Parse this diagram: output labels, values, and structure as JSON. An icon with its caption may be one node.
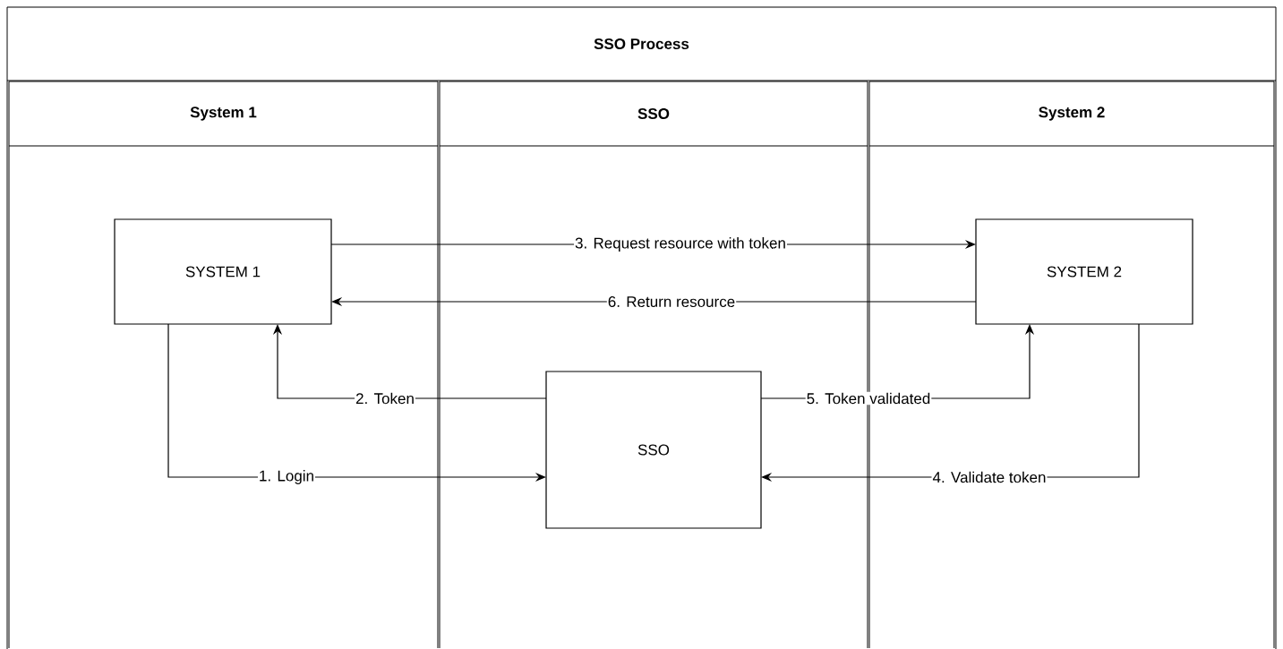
{
  "diagram": {
    "nodes": [
      {
        "text": [
          "SSO Process"
        ]
      },
      {
        "text": [
          "System 1"
        ],
        "in": 0
      },
      {
        "text": [
          "SSO"
        ],
        "in": 0
      },
      {
        "text": [
          "System 2"
        ],
        "in": 0
      },
      {
        "text": [
          "SYSTEM 1"
        ],
        "in": 1
      },
      {
        "text": [
          "SYSTEM 2"
        ],
        "in": 3
      },
      {
        "text": [
          "SSO"
        ],
        "in": 2
      }
    ],
    "edges": [
      {
        "from": 4,
        "to": 6,
        "arrow": "to",
        "label": "1. Login"
      },
      {
        "from": 6,
        "to": 4,
        "arrow": "to",
        "label": "2. Token"
      },
      {
        "from": 4,
        "to": 5,
        "arrow": "to",
        "label": "3. Request resource with token"
      },
      {
        "from": 5,
        "to": 6,
        "arrow": "to",
        "label": "4. Validate token"
      },
      {
        "from": 6,
        "to": 5,
        "arrow": "to",
        "label": "5. Token validated"
      },
      {
        "from": 5,
        "to": 4,
        "arrow": "to",
        "label": "6. Return resource"
      }
    ]
  }
}
